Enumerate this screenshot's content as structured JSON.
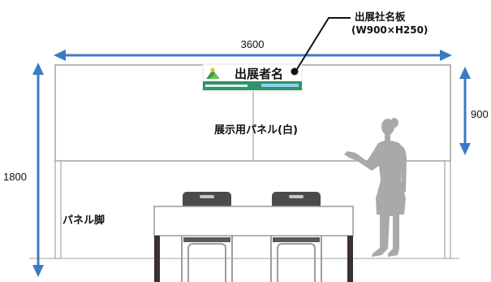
{
  "callout": {
    "title": "出展社名板",
    "size": "(W900×H250)"
  },
  "dimensions": {
    "width": "3600",
    "panel_height": "900",
    "total_height": "1800"
  },
  "nameplate": {
    "text": "出展者名",
    "logo_icon": "mountain-logo-icon"
  },
  "labels": {
    "panel": "展示用パネル(白)",
    "leg": "パネル脚"
  },
  "colors": {
    "dimension_arrow": "#3b7bc4",
    "outline": "#a3a3a3",
    "nameplate_stripe": "#2f9467",
    "chair": "#4b4b4b",
    "table_leg": "#3b3030",
    "silhouette": "#a9a9a9",
    "callout_line": "#111111"
  }
}
